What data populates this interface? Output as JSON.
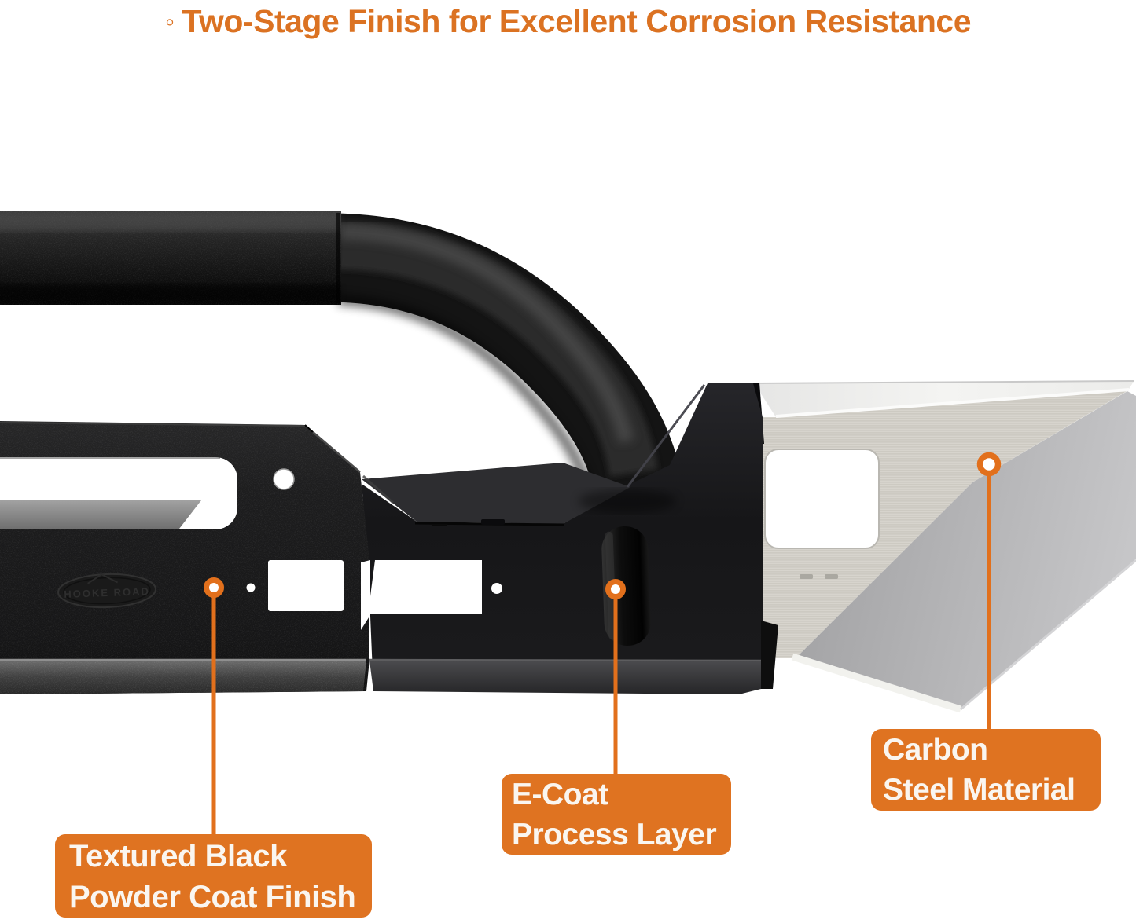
{
  "title": {
    "bullet": "◦",
    "text": "Two-Stage Finish for Excellent Corrosion Resistance"
  },
  "colors": {
    "accent_orange": "#DF7321",
    "title_text_orange": "#DB7222",
    "label_text": "#FAF6F0",
    "bumper_black": "#1b1b1d",
    "bare_steel_silver": "#d9d8d4"
  },
  "product": {
    "logo_text": "HOOKE ROAD"
  },
  "callouts": [
    {
      "name": "textured-black-powder-coat-finish",
      "line1": "Textured Black",
      "line2": "Powder Coat Finish"
    },
    {
      "name": "e-coat-process-layer",
      "line1": "E-Coat",
      "line2": "Process Layer"
    },
    {
      "name": "carbon-steel-material",
      "line1": "Carbon",
      "line2": "Steel Material"
    }
  ]
}
